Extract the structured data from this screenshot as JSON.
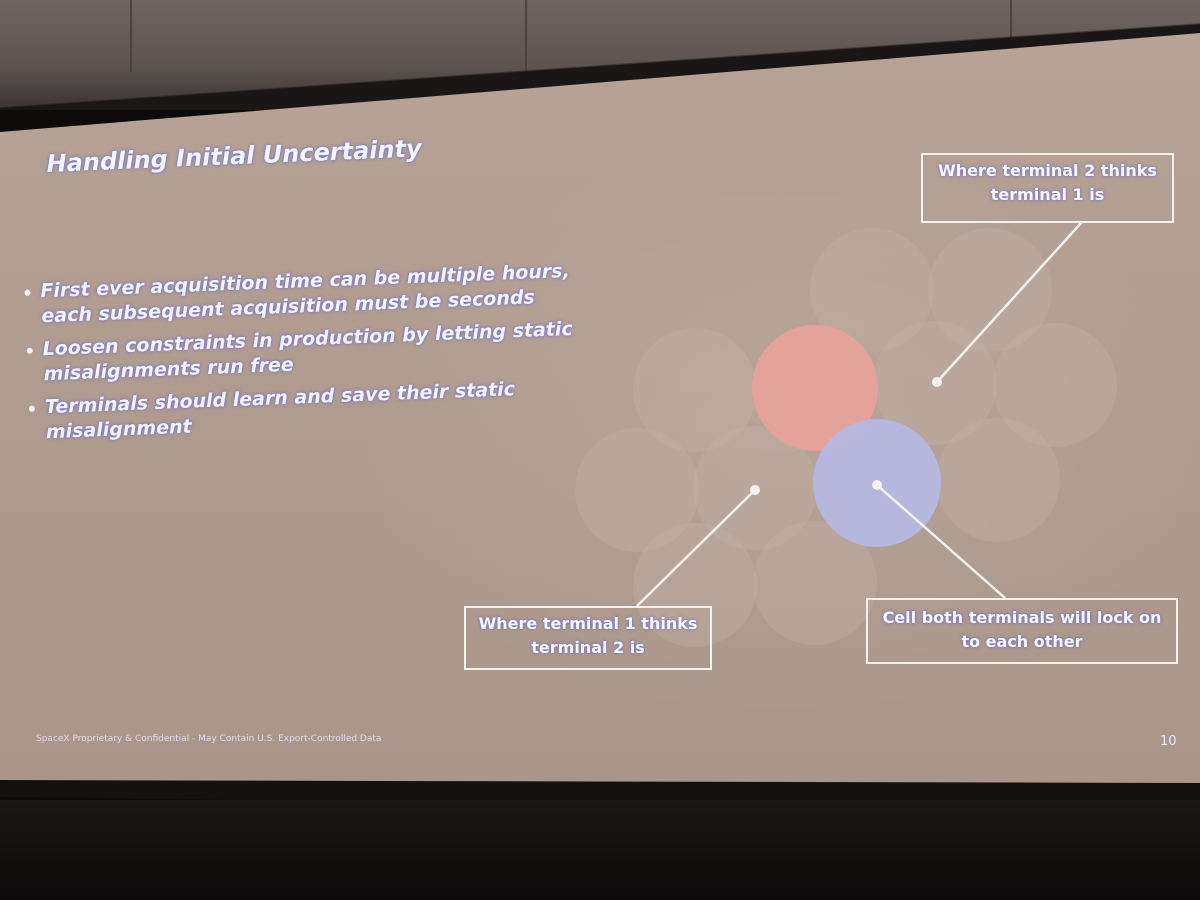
{
  "slide": {
    "title": "Handling Initial Uncertainty",
    "bullets": [
      "First ever acquisition time can be multiple hours, each subsequent acquisition must be seconds",
      "Loosen constraints in production by letting static misalignments run free",
      "Terminals should learn and save their static misalignment"
    ],
    "footer": "SpaceX Proprietary & Confidential - May Contain U.S. Export-Controlled Data",
    "page_number": "10"
  },
  "diagram": {
    "callouts": {
      "terminal2_view": "Where terminal 2 thinks terminal 1 is",
      "terminal1_view": "Where terminal 1 thinks terminal 2 is",
      "lock_cell": "Cell both terminals will lock on to each other"
    },
    "colors": {
      "terminal1_cell": "#e8a29a",
      "terminal2_cell": "#b5b9e6",
      "grid_cell": "#c9b7ab",
      "leader_line": "#f4f1ee"
    }
  }
}
